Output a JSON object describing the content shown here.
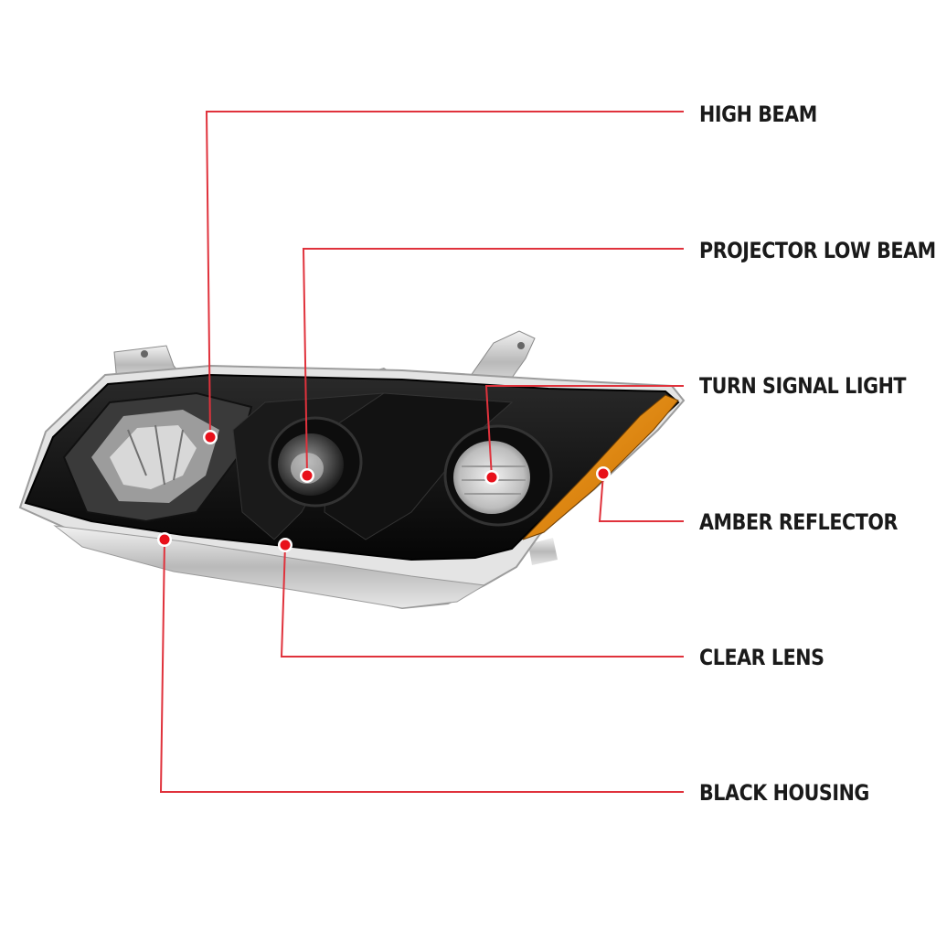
{
  "colors": {
    "leader_line": "#e0323c",
    "marker": "#e8101a",
    "housing": "#141414",
    "amber": "#e08a12",
    "chrome": "#c8c8c8"
  },
  "callouts": [
    {
      "id": "high-beam",
      "label": "HIGH BEAM"
    },
    {
      "id": "projector-low-beam",
      "label": "PROJECTOR LOW BEAM"
    },
    {
      "id": "turn-signal-light",
      "label": "TURN SIGNAL LIGHT"
    },
    {
      "id": "amber-reflector",
      "label": "AMBER REFLECTOR"
    },
    {
      "id": "clear-lens",
      "label": "CLEAR LENS"
    },
    {
      "id": "black-housing",
      "label": "BLACK HOUSING"
    }
  ]
}
